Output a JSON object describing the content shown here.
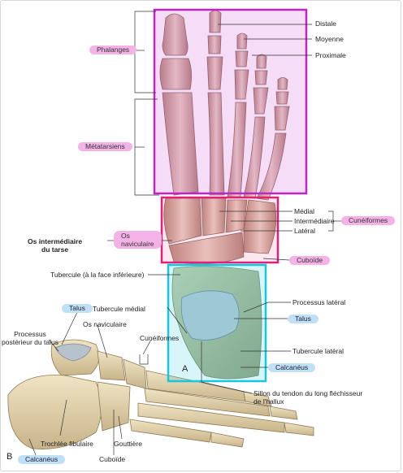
{
  "colors": {
    "phalanges_box": "#c223c8",
    "tarsus_box": "#e0217a",
    "calcaneus_box": "#17c7de",
    "pink_highlight": "#f3b3e6",
    "blue_highlight": "#bfe0f7"
  },
  "labels": {
    "distale": "Distale",
    "moyenne": "Moyenne",
    "proximale": "Proximale",
    "phalanges": "Phalanges",
    "metatarsiens": "Métatarsiens",
    "medial": "Médial",
    "intermediaire": "Intermédiaire",
    "lateral": "Latéral",
    "cuneiformes_tag": "Cunéiformes",
    "os_naviculaire_line1": "Os",
    "os_naviculaire_line2": "naviculaire",
    "os_intermediaire_line1": "Os intermédiaire",
    "os_intermediaire_line2": "du tarse",
    "cuboide_tag": "Cuboïde",
    "tubercule_inf": "Tubercule (à la face inférieure)",
    "processus_lateral": "Processus latéral",
    "talus_tag_right": "Talus",
    "tubercule_lateral": "Tubercule latéral",
    "calcaneus_tag_right": "Calcanéus",
    "sillon_line1": "Sillon du tendon du long fléchisseur",
    "sillon_line2": "de l'hallux",
    "talus_tag_left": "Talus",
    "tubercule_medial": "Tubercule médial",
    "os_naviculaire_b": "Os naviculaire",
    "cuneiformes_b": "Cunéiformes",
    "processus_post_line1": "Processus",
    "processus_post_line2": "postérieur du talus",
    "trochlee": "Trochlée fibulaire",
    "gouttiere": "Gouttière",
    "cuboide_b": "Cuboïde",
    "calcaneus_tag_left": "Calcanéus",
    "letter_a": "A",
    "letter_b": "B"
  }
}
